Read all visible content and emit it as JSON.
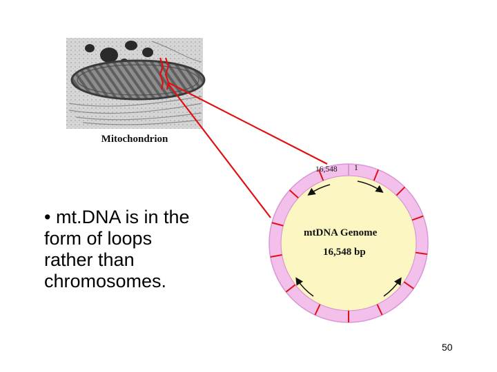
{
  "micrograph": {
    "caption": "Mitochondrion"
  },
  "genome": {
    "position_end": "16,548",
    "position_start": "1",
    "title": "mt",
    "title_rest": "DNA Genome",
    "size_label": "16,548 bp"
  },
  "bullet": {
    "marker": "•",
    "lines": [
      "mt.DNA is in the",
      "form of loops",
      "rather than",
      "chromosomes."
    ]
  },
  "slide": {
    "page_number": "50"
  },
  "colors": {
    "pointer_line": "#e01010",
    "ring_fill": "#f3c0ec",
    "ring_stroke": "#d896d4",
    "inner_fill": "#fcf6c2",
    "tick": "#e01010"
  }
}
